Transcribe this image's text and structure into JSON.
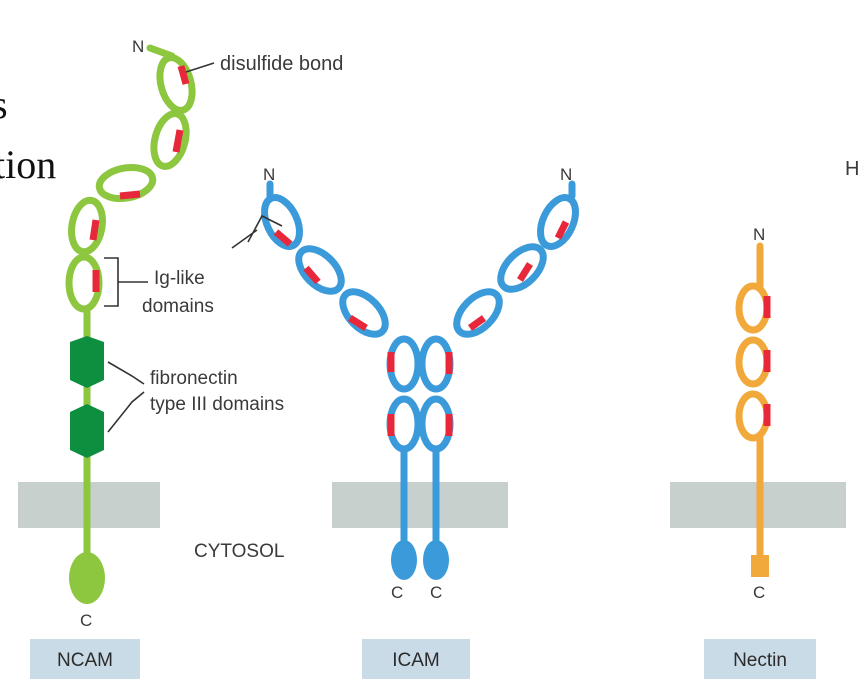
{
  "background_text": {
    "line1": "s",
    "line2": "tion",
    "top_right": "H"
  },
  "labels": {
    "disulfide_bond": "disulfide bond",
    "ig_like_line1": "Ig-like",
    "ig_like_line2": "domains",
    "fibronectin_line1": "fibronectin",
    "fibronectin_line2": "type III domains",
    "cytosol": "CYTOSOL"
  },
  "termini": {
    "n": "N",
    "c": "C"
  },
  "proteins": [
    {
      "name": "NCAM",
      "color": "#8dc63f"
    },
    {
      "name": "ICAM",
      "color": "#3b9ad9"
    },
    {
      "name": "Nectin",
      "color": "#f2a93b"
    }
  ],
  "colors": {
    "disulfide": "#e8283a",
    "fibronectin": "#0e8f3f",
    "membrane": "#c7d0cc",
    "name_box": "#c9dbe6"
  }
}
